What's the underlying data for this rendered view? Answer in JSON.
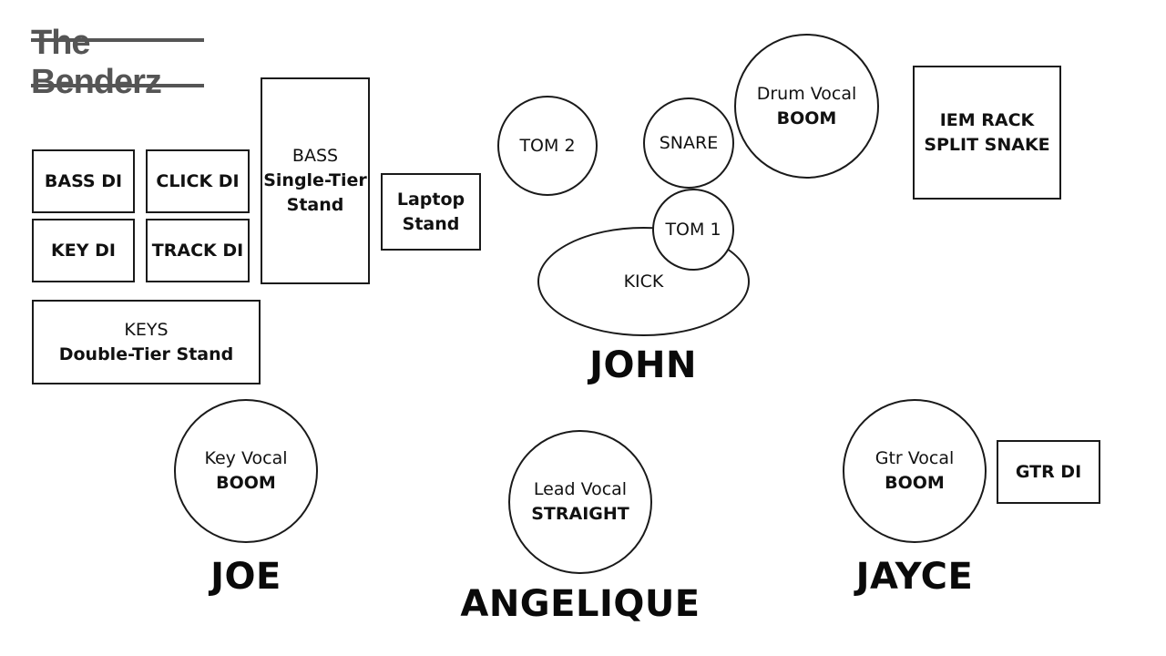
{
  "band_name": "The Benderz",
  "equipment": {
    "bass_di": "BASS DI",
    "click_di": "CLICK DI",
    "key_di": "KEY DI",
    "track_di": "TRACK DI",
    "bass_stand": {
      "line1": "BASS",
      "line2": "Single-Tier",
      "line3": "Stand"
    },
    "keys_stand": {
      "line1": "KEYS",
      "line2": "Double-Tier Stand"
    },
    "laptop_stand": {
      "line1": "Laptop",
      "line2": "Stand"
    },
    "tom2": "TOM 2",
    "snare": "SNARE",
    "tom1": "TOM 1",
    "kick": "KICK",
    "drum_vocal": {
      "line1": "Drum Vocal",
      "line2": "BOOM"
    },
    "iem_rack": {
      "line1": "IEM RACK",
      "line2": "SPLIT SNAKE"
    },
    "key_vocal": {
      "line1": "Key Vocal",
      "line2": "BOOM"
    },
    "lead_vocal": {
      "line1": "Lead Vocal",
      "line2": "STRAIGHT"
    },
    "gtr_vocal": {
      "line1": "Gtr Vocal",
      "line2": "BOOM"
    },
    "gtr_di": "GTR DI"
  },
  "musicians": {
    "drummer": "JOHN",
    "keys": "JOE",
    "lead": "ANGELIQUE",
    "guitar": "JAYCE"
  }
}
